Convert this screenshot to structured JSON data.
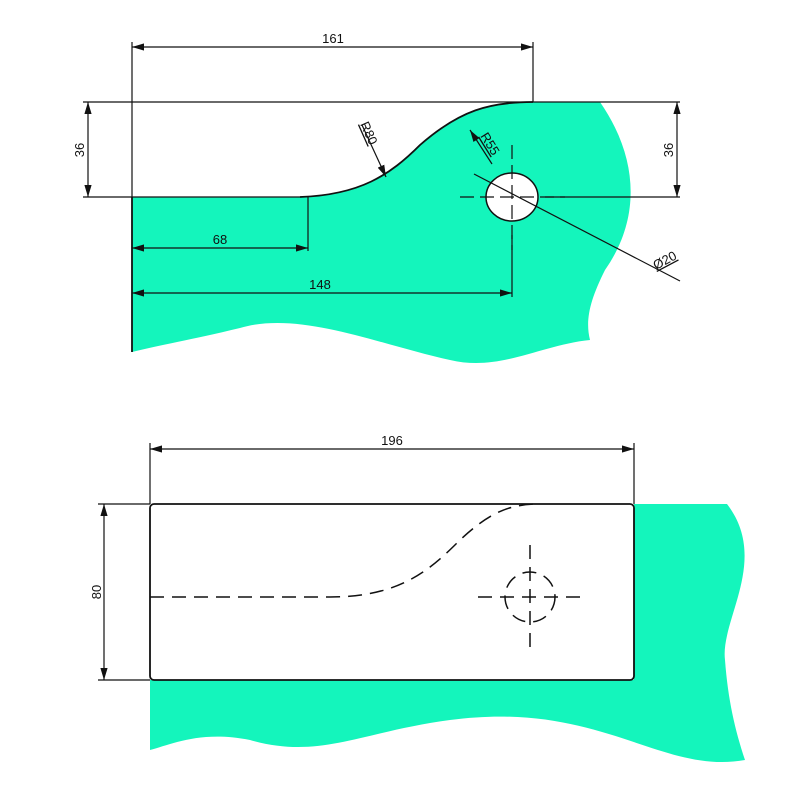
{
  "colors": {
    "fill": "#14f5bc",
    "line": "#111111"
  },
  "top_view": {
    "dim_length": "161",
    "dim_height_left": "36",
    "dim_height_right": "36",
    "dim_step": "68",
    "dim_hole_pos": "148",
    "radius_large": "R80",
    "radius_small": "R55",
    "hole_diameter": "Ø20"
  },
  "front_view": {
    "dim_length": "196",
    "dim_height": "80"
  }
}
